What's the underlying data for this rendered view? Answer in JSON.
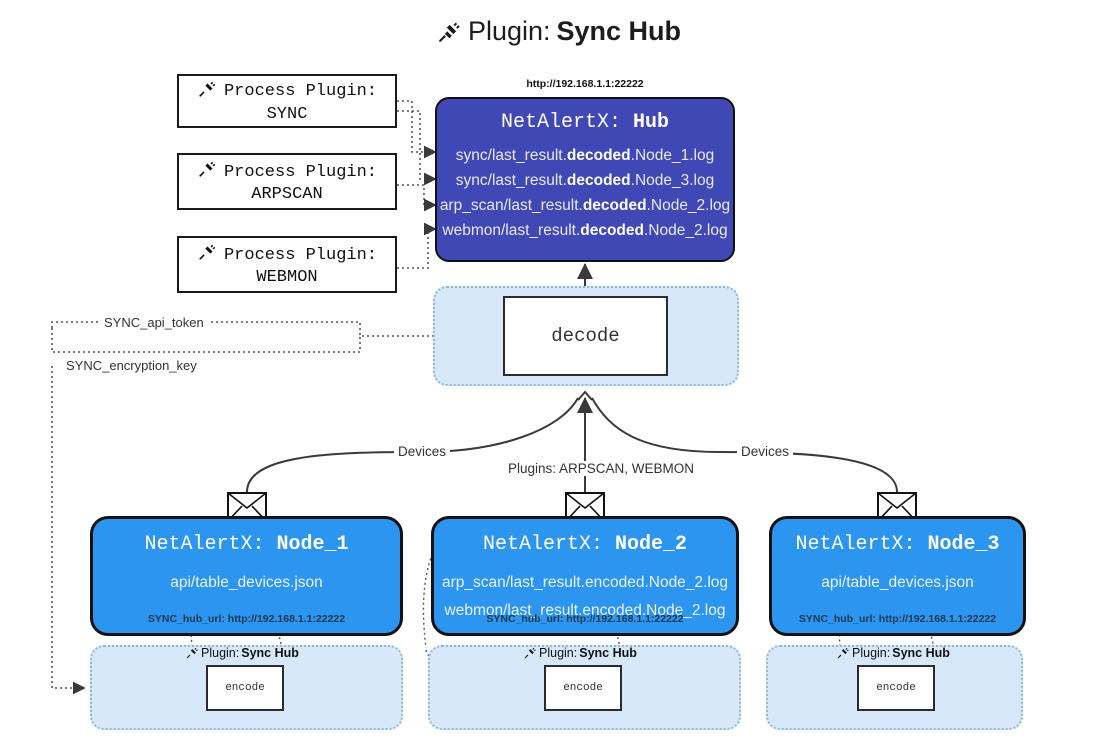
{
  "title": {
    "icon": "plug-icon",
    "prefix": "Plugin:",
    "name": "Sync Hub"
  },
  "process_plugins": [
    {
      "icon": "plug-icon",
      "line1": "Process Plugin:",
      "line2": "SYNC"
    },
    {
      "icon": "plug-icon",
      "line1": "Process Plugin:",
      "line2": "ARPSCAN"
    },
    {
      "icon": "plug-icon",
      "line1": "Process Plugin:",
      "line2": "WEBMON"
    }
  ],
  "hub": {
    "url": "http://192.168.1.1:22222",
    "title_prefix": "NetAlertX:",
    "title_name": "Hub",
    "lines": [
      {
        "pre": "sync/last_result.",
        "mid": "decoded",
        "post": ".Node_1.log"
      },
      {
        "pre": "sync/last_result.",
        "mid": "decoded",
        "post": ".Node_3.log"
      },
      {
        "pre": "arp_scan/last_result.",
        "mid": "decoded",
        "post": ".Node_2.log"
      },
      {
        "pre": "webmon/last_result.",
        "mid": "decoded",
        "post": ".Node_2.log"
      }
    ]
  },
  "decode": {
    "label": "decode"
  },
  "secrets": [
    {
      "label": "SYNC_api_token"
    },
    {
      "label": "SYNC_encryption_key"
    }
  ],
  "edge_labels": {
    "devices_left": "Devices",
    "devices_right": "Devices",
    "plugins_center": "Plugins: ARPSCAN, WEBMON"
  },
  "nodes": [
    {
      "icon": "envelope-icon",
      "title_prefix": "NetAlertX:",
      "title_name": "Node_1",
      "lines": [
        "api/table_devices.json"
      ],
      "footer": "SYNC_hub_url: http://192.168.1.1:22222"
    },
    {
      "icon": "envelope-icon",
      "title_prefix": "NetAlertX:",
      "title_name": "Node_2",
      "lines": [
        "arp_scan/last_result.encoded.Node_2.log",
        "webmon/last_result.encoded.Node_2.log"
      ],
      "footer": "SYNC_hub_url: http://192.168.1.1:22222"
    },
    {
      "icon": "envelope-icon",
      "title_prefix": "NetAlertX:",
      "title_name": "Node_3",
      "lines": [
        "api/table_devices.json"
      ],
      "footer": "SYNC_hub_url: http://192.168.1.1:22222"
    }
  ],
  "encode_bands": [
    {
      "icon": "plug-icon",
      "label_prefix": "Plugin:",
      "label_name": "Sync Hub",
      "box": "encode"
    },
    {
      "icon": "plug-icon",
      "label_prefix": "Plugin:",
      "label_name": "Sync Hub",
      "box": "encode"
    },
    {
      "icon": "plug-icon",
      "label_prefix": "Plugin:",
      "label_name": "Sync Hub",
      "box": "encode"
    }
  ],
  "colors": {
    "hub_fill": "#4048b5",
    "node_fill": "#2b95f0",
    "band_fill": "#d7e8fa",
    "band_border": "#8fb8d8",
    "stroke": "#3a3a3a"
  }
}
